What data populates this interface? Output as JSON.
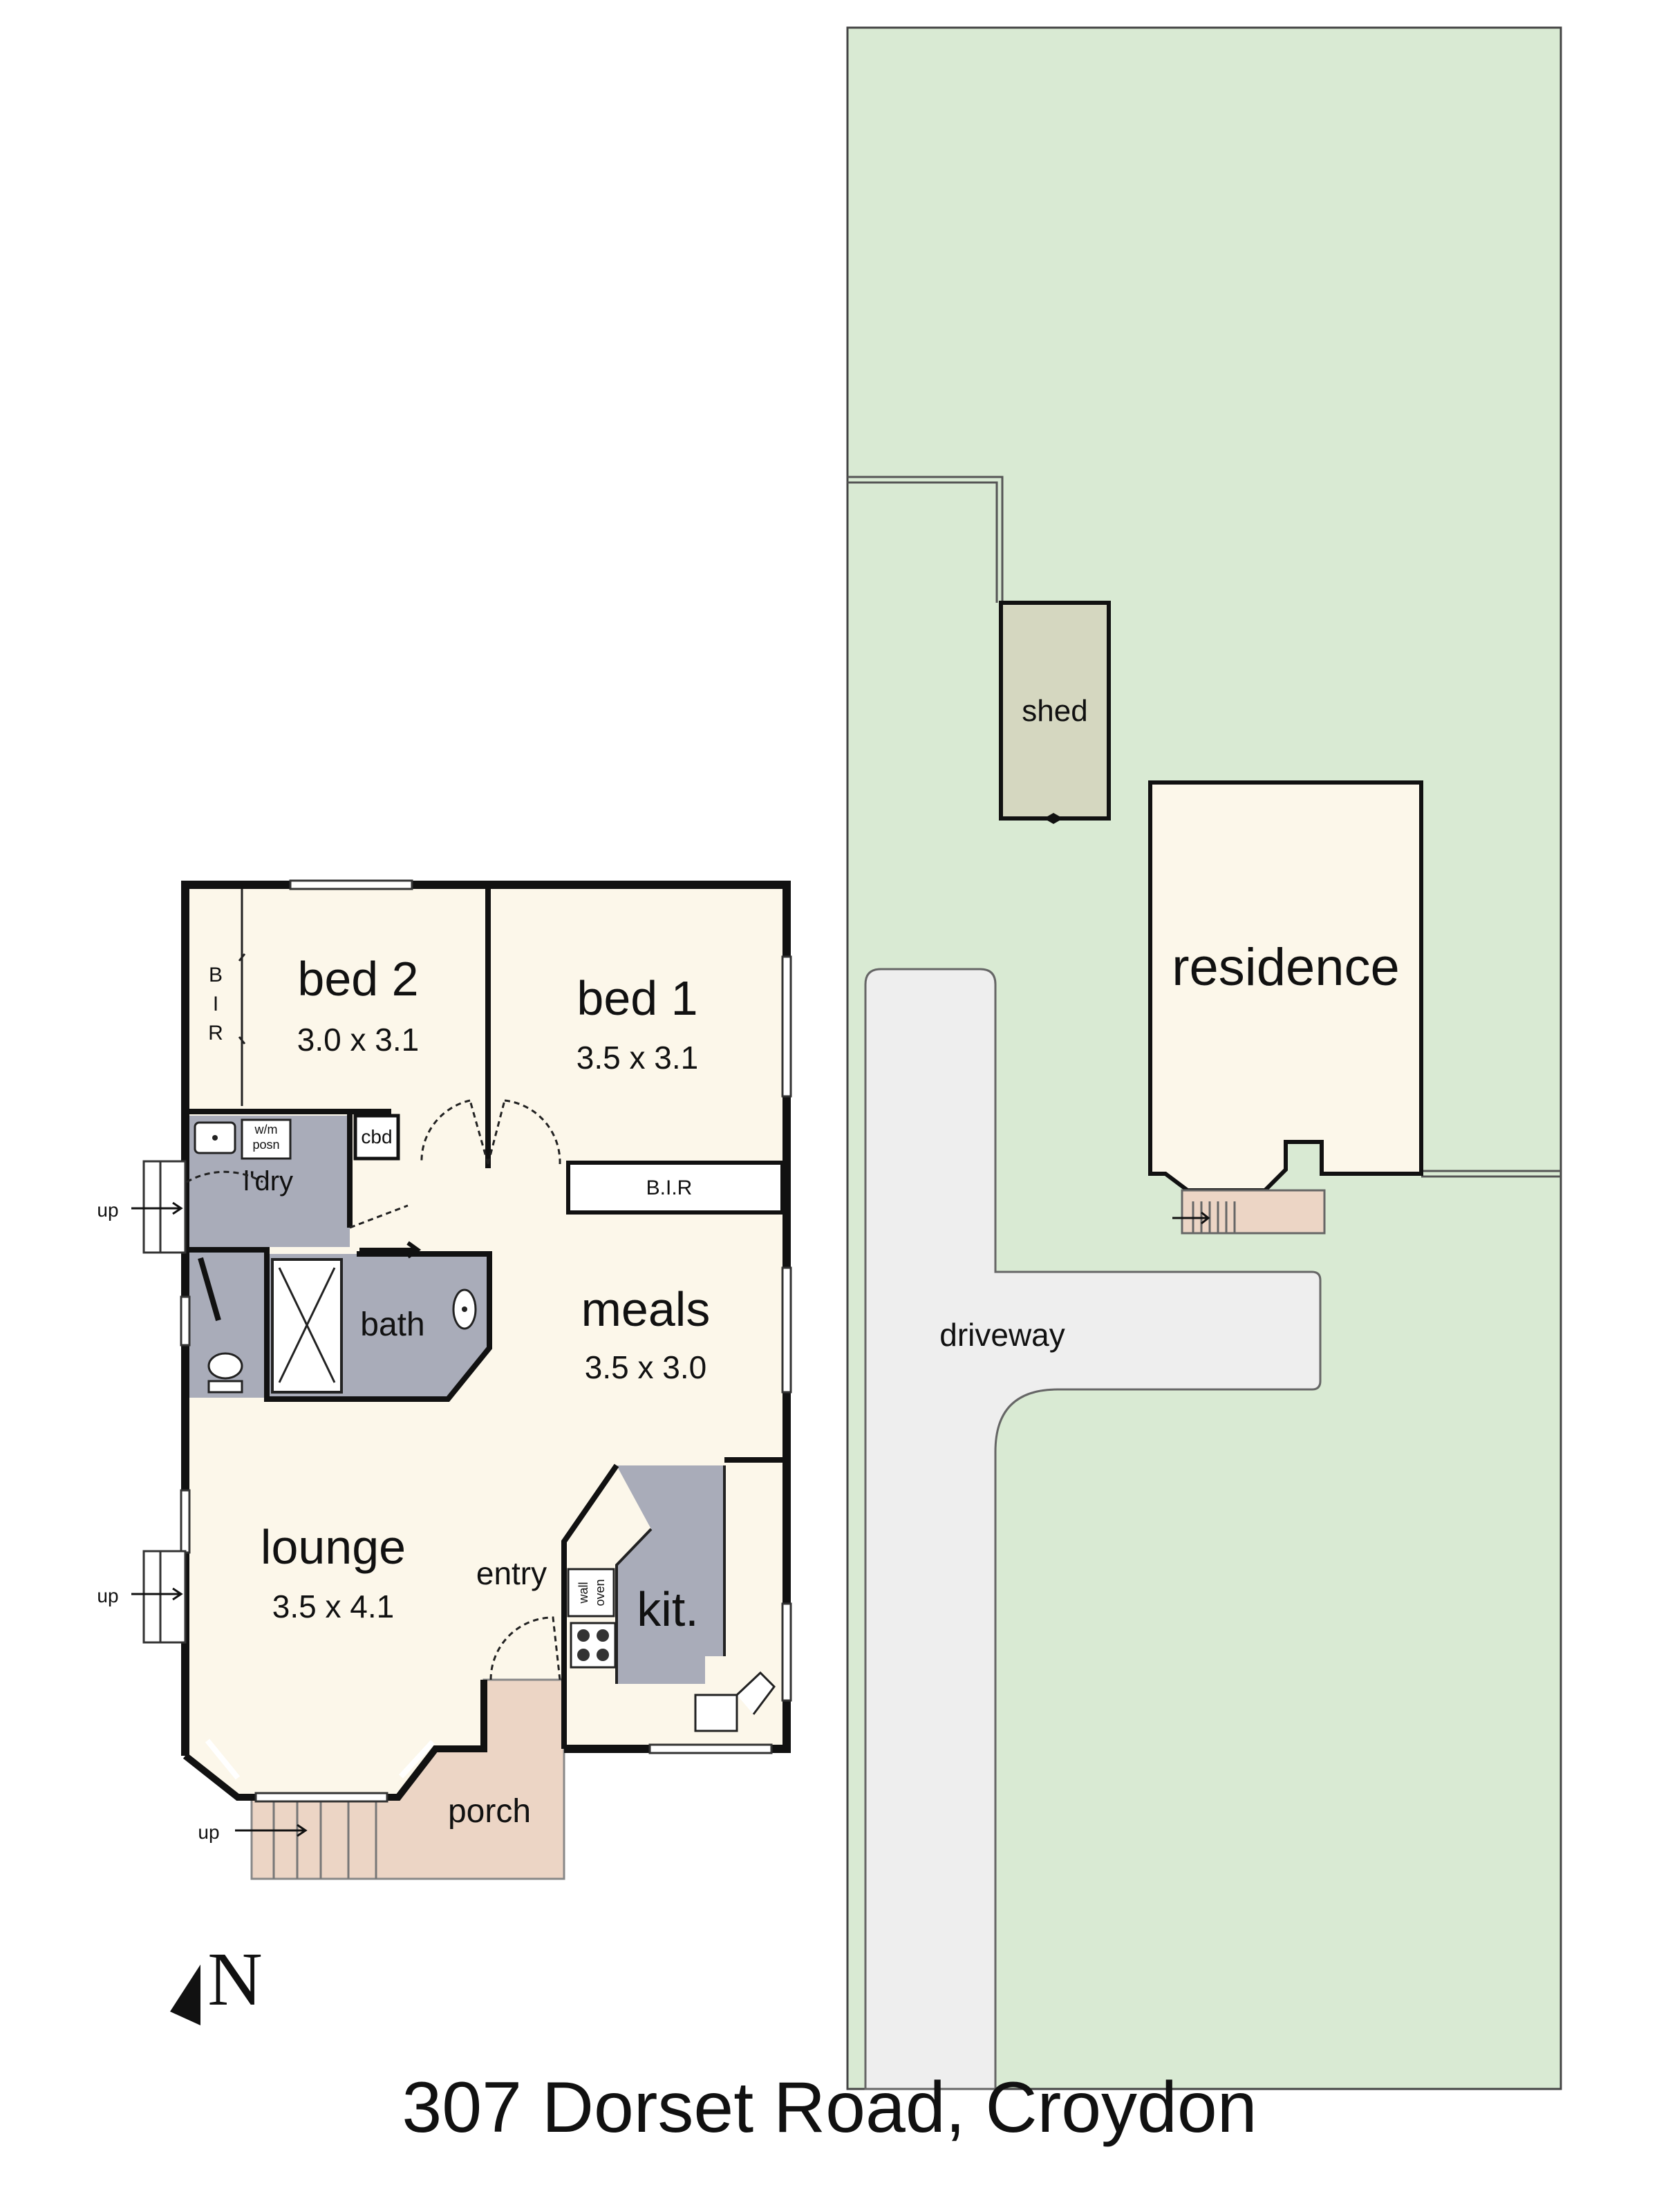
{
  "title": "307 Dorset Road, Croydon",
  "colors": {
    "lawn": "#d9ead3",
    "interior": "#fcf7ea",
    "wet_area": "#a9acb9",
    "deck": "#ecd5c5",
    "driveway": "#eeeeee",
    "shed": "#d5d7c0",
    "wall": "#111111"
  },
  "rooms": {
    "bed2": {
      "name": "bed 2",
      "dims": "3.0 x 3.1"
    },
    "bed1": {
      "name": "bed 1",
      "dims": "3.5 x 3.1"
    },
    "meals": {
      "name": "meals",
      "dims": "3.5 x 3.0"
    },
    "lounge": {
      "name": "lounge",
      "dims": "3.5 x 4.1"
    },
    "kitchen": {
      "name": "kit."
    },
    "bath": {
      "name": "bath"
    },
    "laundry": {
      "name": "l'dry"
    },
    "entry": {
      "name": "entry"
    },
    "porch": {
      "name": "porch"
    }
  },
  "fixtures": {
    "bir_left_letters": [
      "B",
      "I",
      "R"
    ],
    "bir_right": "B.I.R",
    "cupboard": "cbd",
    "washing_machine": [
      "w/m",
      "posn"
    ],
    "wall_oven": [
      "wall",
      "oven"
    ]
  },
  "stairs_label": "up",
  "site": {
    "shed": "shed",
    "residence": "residence",
    "driveway": "driveway"
  },
  "compass": "N"
}
